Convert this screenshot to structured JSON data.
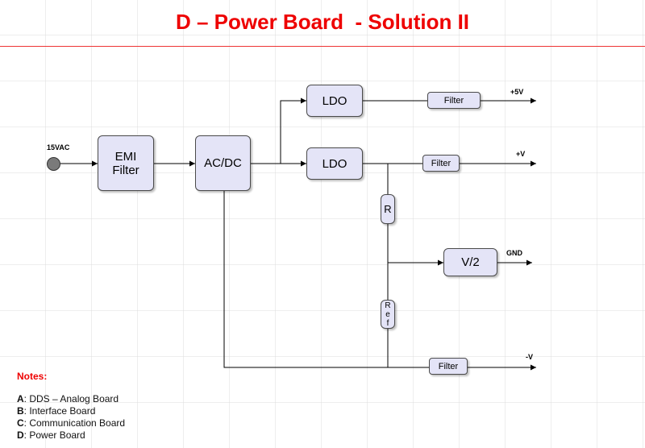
{
  "title": "D – Power Board  - Solution II",
  "blocks": {
    "emi": "EMI\nFilter",
    "acdc": "AC/DC",
    "ldo_top": "LDO",
    "ldo_mid": "LDO",
    "filter_top": "Filter",
    "filter_mid": "Filter",
    "filter_bottom": "Filter",
    "resistor": "R",
    "ref": "Ref",
    "vhalf": "V/2"
  },
  "signals": {
    "input": "15VAC",
    "plus5v": "+5V",
    "plusv": "+V",
    "gnd": "GND",
    "minusv": "-V"
  },
  "notes": {
    "heading": "Notes:",
    "items": [
      {
        "key": "A",
        "sep": ": ",
        "text": "DDS – Analog Board"
      },
      {
        "key": "B",
        "sep": ": ",
        "text": "Interface Board"
      },
      {
        "key": "C",
        "sep": ": ",
        "text": "Communication Board"
      },
      {
        "key": "D",
        "sep": ": ",
        "text": "Power Board"
      }
    ]
  },
  "colors": {
    "title": "#ee0000",
    "block_fill": "#e4e4f7",
    "block_border": "#4a4a4a",
    "source": "#7a7a7a"
  }
}
